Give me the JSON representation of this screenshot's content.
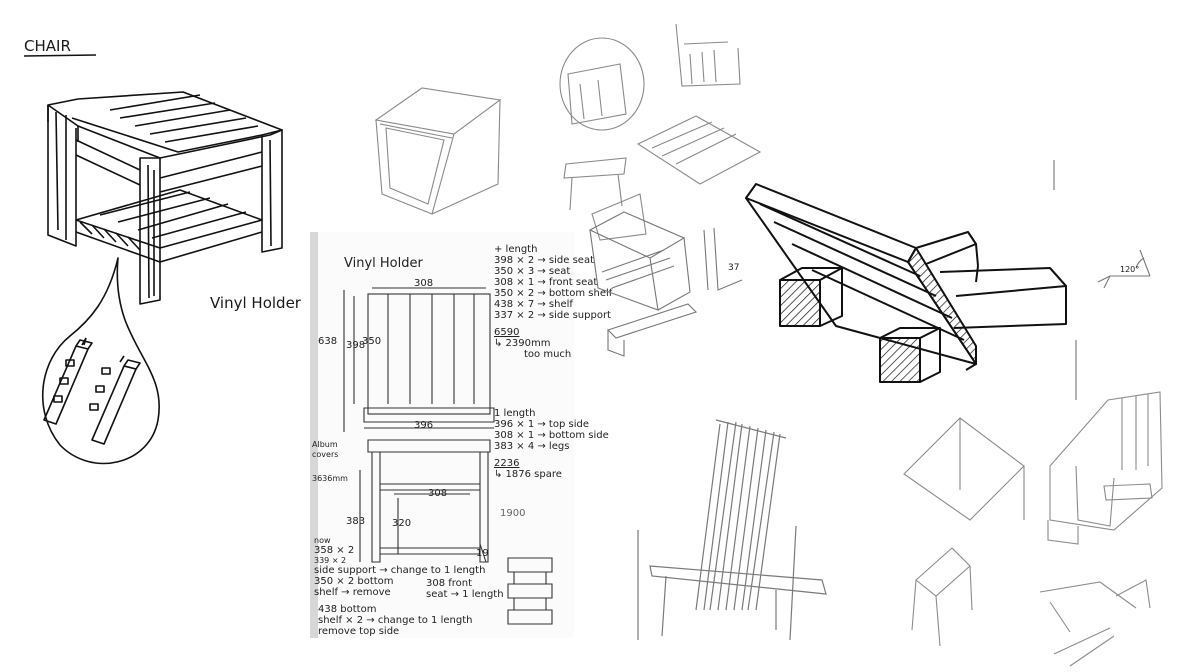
{
  "sheet1": {
    "title": "CHAIR",
    "label": "Vinyl Holder"
  },
  "sheet2": {
    "title": "Vinyl Holder",
    "dims": {
      "top_width": "308",
      "total_height": "638",
      "back_height": "398",
      "slat_height": "350",
      "seat_width": "396",
      "inner_width": "308",
      "leg_height": "383",
      "inner_height": "320",
      "gap": "19",
      "ref": "1900"
    },
    "list1": {
      "header": "+ length",
      "lines": [
        "398 × 2 → side seat",
        "350 × 3 → seat",
        "308 × 1 → front seat",
        "350 × 2 → bottom shelf",
        "438 × 7 → shelf",
        "337 × 2 → side support"
      ],
      "total": "6590",
      "remark_1": "↳ 2390mm",
      "remark_2": "too much"
    },
    "list2": {
      "header": "1 length",
      "lines": [
        "396 × 1 → top side",
        "308 × 1 → bottom side",
        "383 × 4 → legs"
      ],
      "total": "2236",
      "remark": "↳ 1876 spare"
    },
    "side_notes": [
      "Album",
      "covers",
      "3636mm"
    ],
    "bottom_notes": [
      "now",
      "358 × 2",
      "339 × 2",
      "side support → change to 1 length",
      "350 × 2 bottom",
      "shelf → remove",
      "308 front",
      "seat → 1 length",
      "438 bottom",
      "shelf × 2 → change to 1 length",
      "remove top side"
    ]
  },
  "sketch_small_labels": [
    "37",
    "120°"
  ]
}
